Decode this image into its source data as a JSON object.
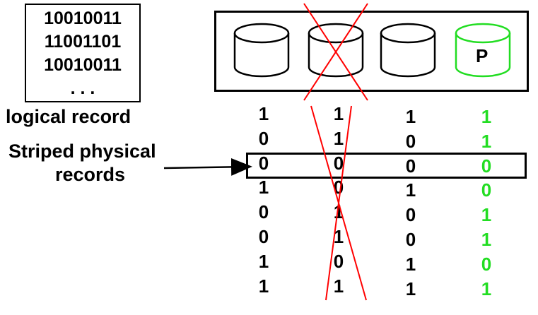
{
  "logical_record": {
    "lines": [
      "10010011",
      "11001101",
      "10010011",
      ". . ."
    ],
    "label": "logical record"
  },
  "striped_label": {
    "line1": "Striped physical",
    "line2": "records"
  },
  "disks": [
    {
      "label": "",
      "color": "#000000",
      "failed": false
    },
    {
      "label": "",
      "color": "#000000",
      "failed": true
    },
    {
      "label": "",
      "color": "#000000",
      "failed": false
    },
    {
      "label": "P",
      "color": "#22dd22",
      "failed": false,
      "parity": true
    }
  ],
  "bit_columns": [
    [
      "1",
      "0",
      "0",
      "1",
      "0",
      "0",
      "1",
      "1"
    ],
    [
      "1",
      "1",
      "0",
      "0",
      "1",
      "1",
      "0",
      "1"
    ],
    [
      "1",
      "0",
      "0",
      "1",
      "0",
      "0",
      "1",
      "1"
    ],
    [
      "1",
      "1",
      "0",
      "0",
      "1",
      "1",
      "0",
      "1"
    ]
  ],
  "highlighted_row": 2,
  "colors": {
    "parity": "#22dd22",
    "failure_cross": "#ff0000",
    "outline": "#000000"
  }
}
